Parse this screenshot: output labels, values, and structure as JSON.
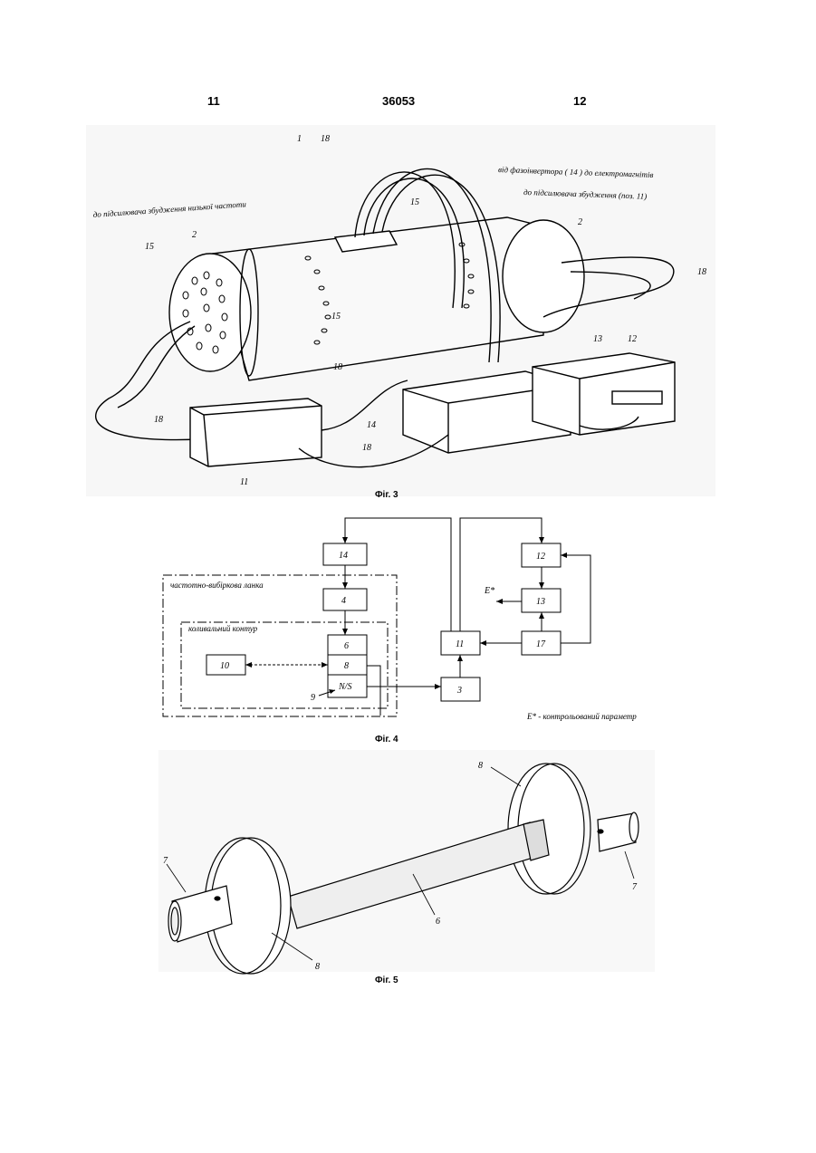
{
  "header": {
    "left_page": "11",
    "patent_number": "36053",
    "right_page": "12"
  },
  "fig3": {
    "caption": "Фіг. 3",
    "label_left": "до підсилювача збудження низької частоти",
    "label_top_right_1": "від фазоінвертора ( 14 ) до електромагнітів",
    "label_top_right_2": "до підсилювача збудження (поз. 11)",
    "refs": {
      "r1": "1",
      "r2a": "2",
      "r2b": "2",
      "r18a": "18",
      "r15a": "15",
      "r15b": "15",
      "r15c": "15",
      "r18b": "18",
      "r18c": "18",
      "r18d": "18",
      "r18e": "18",
      "r14": "14",
      "r13": "13",
      "r12": "12",
      "r11": "11"
    }
  },
  "fig4": {
    "caption": "Фіг. 4",
    "group_outer": "частотно-вибіркова ланка",
    "group_inner": "коливальний контур",
    "blocks": {
      "b14": "14",
      "b4": "4",
      "b6": "6",
      "b8": "8",
      "bns": "N/S",
      "b10": "10",
      "b3": "3",
      "b11": "11",
      "b12": "12",
      "b13": "13",
      "b17": "17"
    },
    "e_out": "E*",
    "ref9": "9",
    "note": "E* - контрольований параметр"
  },
  "fig5": {
    "caption": "Фіг. 5",
    "refs": {
      "r8a": "8",
      "r8b": "8",
      "r7a": "7",
      "r7b": "7",
      "r6": "6"
    }
  }
}
